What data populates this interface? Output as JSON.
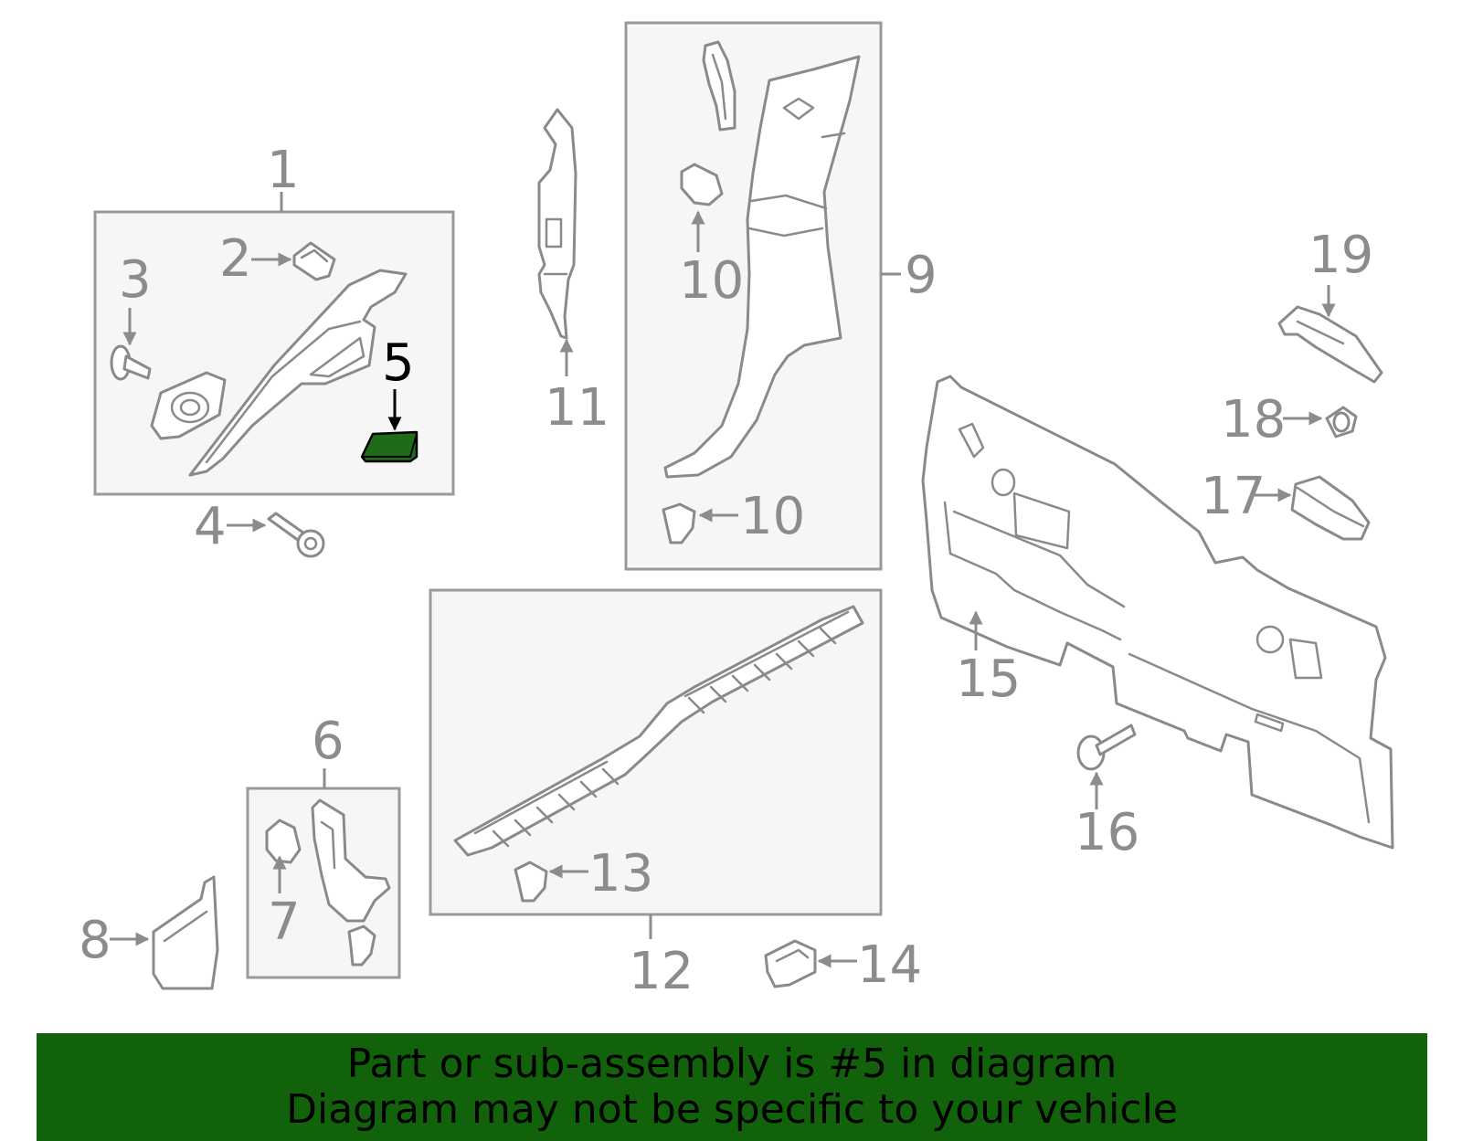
{
  "callouts": {
    "c1": "1",
    "c2": "2",
    "c3": "3",
    "c4": "4",
    "c5": "5",
    "c6": "6",
    "c7": "7",
    "c8": "8",
    "c9": "9",
    "c10a": "10",
    "c10b": "10",
    "c11": "11",
    "c12": "12",
    "c13": "13",
    "c14": "14",
    "c15": "15",
    "c16": "16",
    "c17": "17",
    "c18": "18",
    "c19": "19"
  },
  "highlight": {
    "part_number": "5",
    "color": "#1e6b1a"
  },
  "banner": {
    "line1": "Part or sub-assembly is #5 in diagram",
    "line2": "Diagram may not be specific to your vehicle",
    "background": "#12620c"
  }
}
